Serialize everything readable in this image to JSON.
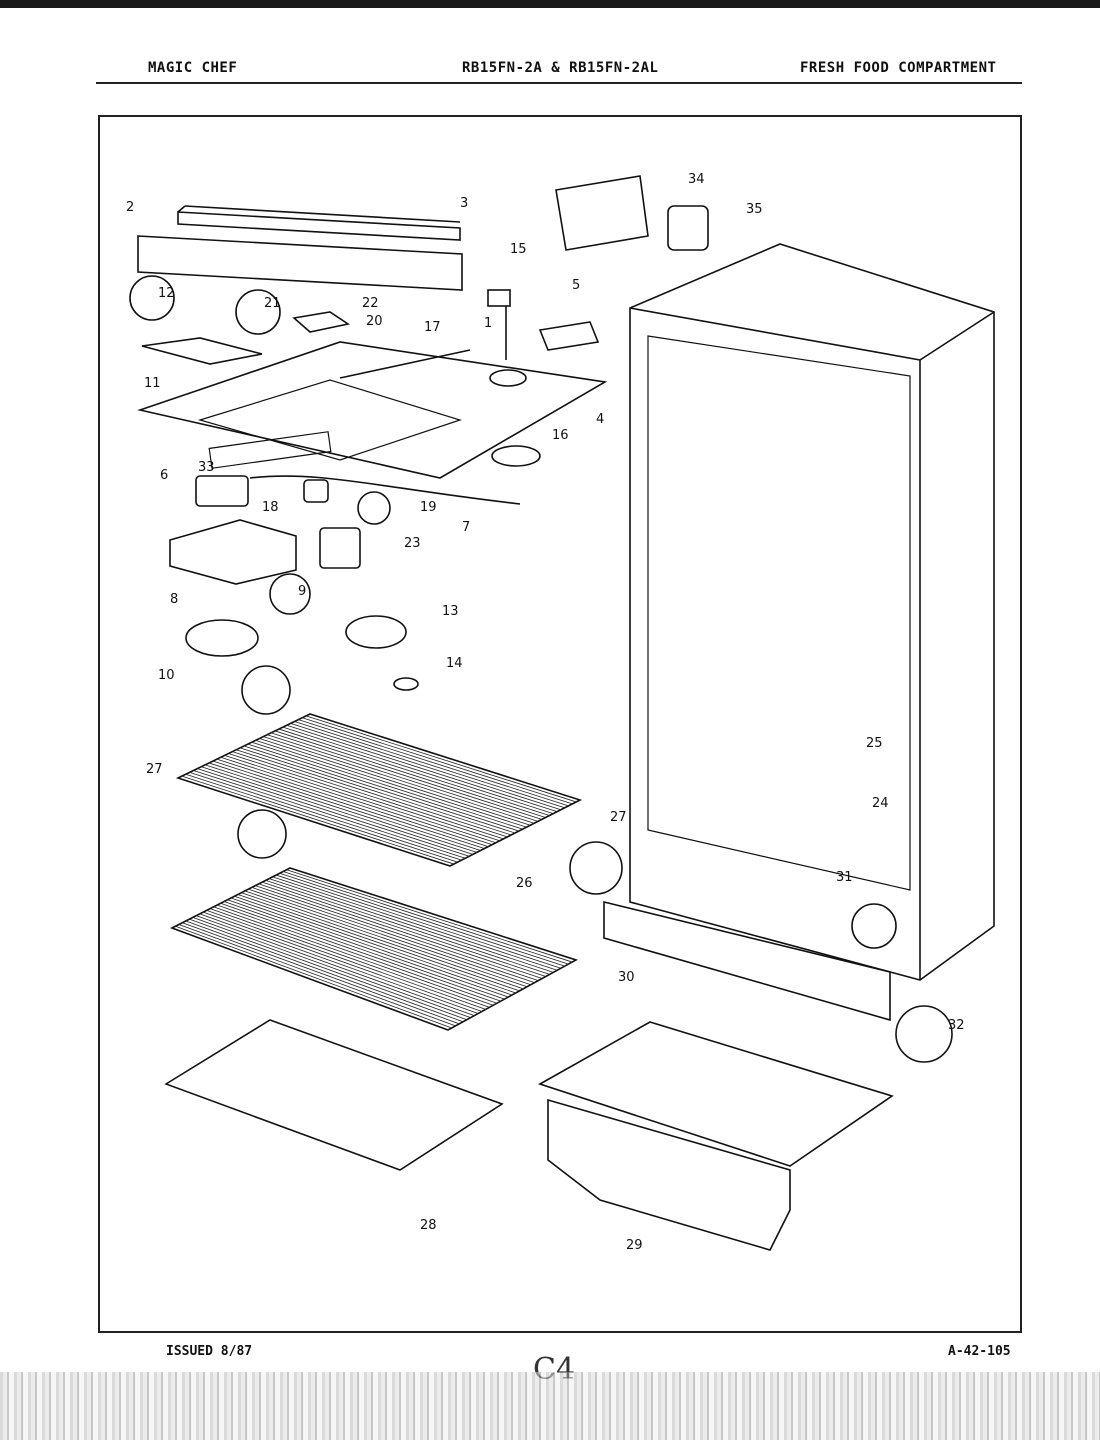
{
  "header": {
    "brand": "MAGIC CHEF",
    "model": "RB15FN-2A & RB15FN-2AL",
    "section": "FRESH FOOD COMPARTMENT"
  },
  "footer": {
    "issued": "ISSUED 8/87",
    "code": "A-42-105",
    "handwritten": "C4"
  },
  "callouts": [
    "1",
    "2",
    "3",
    "4",
    "5",
    "6",
    "7",
    "8",
    "9",
    "10",
    "11",
    "12",
    "13",
    "14",
    "15",
    "16",
    "17",
    "18",
    "19",
    "20",
    "21",
    "22",
    "23",
    "24",
    "25",
    "26",
    "27",
    "28",
    "29",
    "30",
    "31",
    "32",
    "33",
    "34",
    "35"
  ]
}
